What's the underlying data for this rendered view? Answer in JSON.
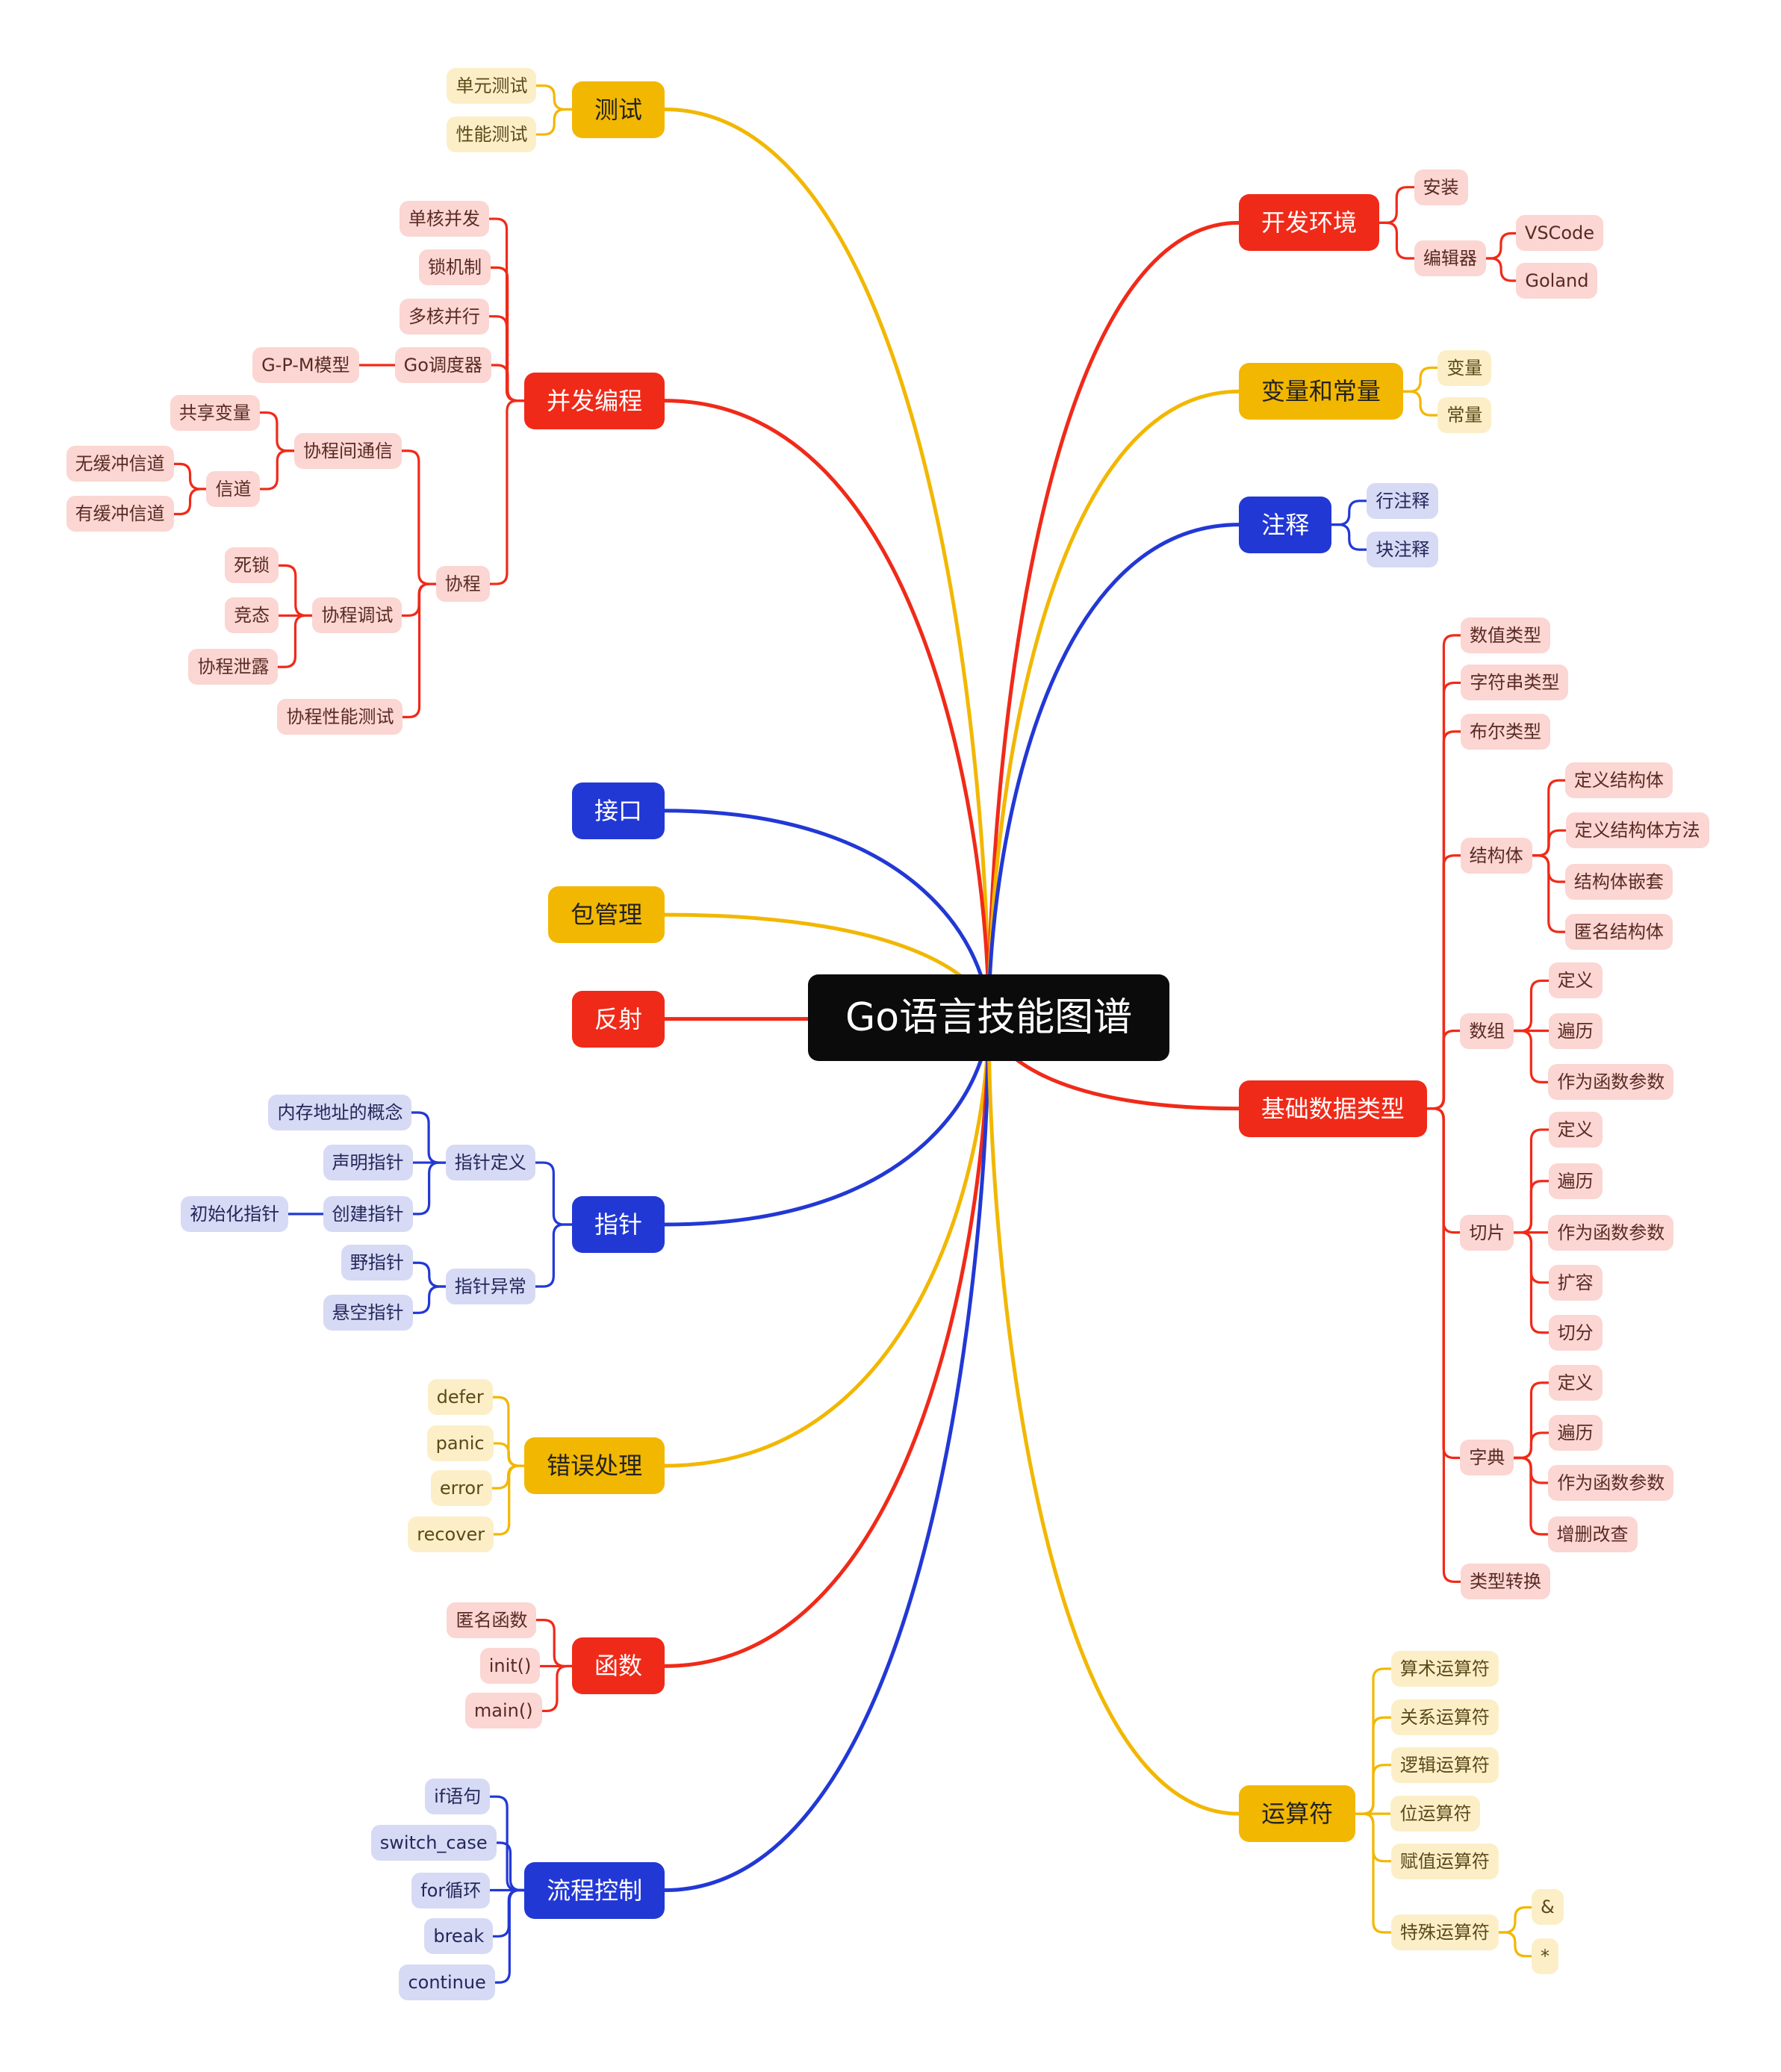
{
  "root": {
    "id": "root",
    "label": "Go语言技能图谱",
    "color": "#0b0b0b"
  },
  "colors": {
    "red": "#f02a19",
    "yellow": "#f2b701",
    "blue": "#2238d5",
    "red_light": "#fbd6d2",
    "yellow_light": "#fcefc7",
    "blue_light": "#d7daf5"
  },
  "nodes": [
    {
      "id": "t_test",
      "label": "测试",
      "kind": "main",
      "color": "yellow",
      "parent": "root"
    },
    {
      "id": "t_test_1",
      "label": "单元测试",
      "kind": "leaf",
      "color": "yellow",
      "parent": "t_test"
    },
    {
      "id": "t_test_2",
      "label": "性能测试",
      "kind": "leaf",
      "color": "yellow",
      "parent": "t_test"
    },
    {
      "id": "t_conc",
      "label": "并发编程",
      "kind": "main",
      "color": "red",
      "parent": "root"
    },
    {
      "id": "c1",
      "label": "单核并发",
      "kind": "leaf",
      "color": "red",
      "parent": "t_conc"
    },
    {
      "id": "c2",
      "label": "锁机制",
      "kind": "leaf",
      "color": "red",
      "parent": "t_conc"
    },
    {
      "id": "c3",
      "label": "多核并行",
      "kind": "leaf",
      "color": "red",
      "parent": "t_conc"
    },
    {
      "id": "c4",
      "label": "Go调度器",
      "kind": "leaf",
      "color": "red",
      "parent": "t_conc"
    },
    {
      "id": "c4a",
      "label": "G-P-M模型",
      "kind": "leaf",
      "color": "red",
      "parent": "c4"
    },
    {
      "id": "c5",
      "label": "协程",
      "kind": "leaf",
      "color": "red",
      "parent": "t_conc"
    },
    {
      "id": "c5a",
      "label": "协程间通信",
      "kind": "leaf",
      "color": "red",
      "parent": "c5"
    },
    {
      "id": "c5a1",
      "label": "共享变量",
      "kind": "leaf",
      "color": "red",
      "parent": "c5a"
    },
    {
      "id": "c5a2",
      "label": "信道",
      "kind": "leaf",
      "color": "red",
      "parent": "c5a"
    },
    {
      "id": "c5a2a",
      "label": "无缓冲信道",
      "kind": "leaf",
      "color": "red",
      "parent": "c5a2"
    },
    {
      "id": "c5a2b",
      "label": "有缓冲信道",
      "kind": "leaf",
      "color": "red",
      "parent": "c5a2"
    },
    {
      "id": "c5b",
      "label": "协程调试",
      "kind": "leaf",
      "color": "red",
      "parent": "c5"
    },
    {
      "id": "c5b1",
      "label": "死锁",
      "kind": "leaf",
      "color": "red",
      "parent": "c5b"
    },
    {
      "id": "c5b2",
      "label": "竞态",
      "kind": "leaf",
      "color": "red",
      "parent": "c5b"
    },
    {
      "id": "c5b3",
      "label": "协程泄露",
      "kind": "leaf",
      "color": "red",
      "parent": "c5b"
    },
    {
      "id": "c5c",
      "label": "协程性能测试",
      "kind": "leaf",
      "color": "red",
      "parent": "c5"
    },
    {
      "id": "t_iface",
      "label": "接口",
      "kind": "main",
      "color": "blue",
      "parent": "root"
    },
    {
      "id": "t_pkg",
      "label": "包管理",
      "kind": "main",
      "color": "yellow",
      "parent": "root"
    },
    {
      "id": "t_refl",
      "label": "反射",
      "kind": "main",
      "color": "red",
      "parent": "root"
    },
    {
      "id": "t_ptr",
      "label": "指针",
      "kind": "main",
      "color": "blue",
      "parent": "root"
    },
    {
      "id": "p1",
      "label": "指针定义",
      "kind": "leaf",
      "color": "blue",
      "parent": "t_ptr"
    },
    {
      "id": "p1a",
      "label": "内存地址的概念",
      "kind": "leaf",
      "color": "blue",
      "parent": "p1"
    },
    {
      "id": "p1b",
      "label": "声明指针",
      "kind": "leaf",
      "color": "blue",
      "parent": "p1"
    },
    {
      "id": "p1c",
      "label": "创建指针",
      "kind": "leaf",
      "color": "blue",
      "parent": "p1"
    },
    {
      "id": "p1c1",
      "label": "初始化指针",
      "kind": "leaf",
      "color": "blue",
      "parent": "p1c"
    },
    {
      "id": "p2",
      "label": "指针异常",
      "kind": "leaf",
      "color": "blue",
      "parent": "t_ptr"
    },
    {
      "id": "p2a",
      "label": "野指针",
      "kind": "leaf",
      "color": "blue",
      "parent": "p2"
    },
    {
      "id": "p2b",
      "label": "悬空指针",
      "kind": "leaf",
      "color": "blue",
      "parent": "p2"
    },
    {
      "id": "t_err",
      "label": "错误处理",
      "kind": "main",
      "color": "yellow",
      "parent": "root"
    },
    {
      "id": "e1",
      "label": "defer",
      "kind": "leaf",
      "color": "yellow",
      "parent": "t_err"
    },
    {
      "id": "e2",
      "label": "panic",
      "kind": "leaf",
      "color": "yellow",
      "parent": "t_err"
    },
    {
      "id": "e3",
      "label": "error",
      "kind": "leaf",
      "color": "yellow",
      "parent": "t_err"
    },
    {
      "id": "e4",
      "label": "recover",
      "kind": "leaf",
      "color": "yellow",
      "parent": "t_err"
    },
    {
      "id": "t_func",
      "label": "函数",
      "kind": "main",
      "color": "red",
      "parent": "root"
    },
    {
      "id": "f1",
      "label": "匿名函数",
      "kind": "leaf",
      "color": "red",
      "parent": "t_func"
    },
    {
      "id": "f2",
      "label": "init()",
      "kind": "leaf",
      "color": "red",
      "parent": "t_func"
    },
    {
      "id": "f3",
      "label": "main()",
      "kind": "leaf",
      "color": "red",
      "parent": "t_func"
    },
    {
      "id": "t_flow",
      "label": "流程控制",
      "kind": "main",
      "color": "blue",
      "parent": "root"
    },
    {
      "id": "fl1",
      "label": "if语句",
      "kind": "leaf",
      "color": "blue",
      "parent": "t_flow"
    },
    {
      "id": "fl2",
      "label": "switch_case",
      "kind": "leaf",
      "color": "blue",
      "parent": "t_flow"
    },
    {
      "id": "fl3",
      "label": "for循环",
      "kind": "leaf",
      "color": "blue",
      "parent": "t_flow"
    },
    {
      "id": "fl4",
      "label": "break",
      "kind": "leaf",
      "color": "blue",
      "parent": "t_flow"
    },
    {
      "id": "fl5",
      "label": "continue",
      "kind": "leaf",
      "color": "blue",
      "parent": "t_flow"
    },
    {
      "id": "t_env",
      "label": "开发环境",
      "kind": "main",
      "color": "red",
      "parent": "root"
    },
    {
      "id": "en1",
      "label": "安装",
      "kind": "leaf",
      "color": "red",
      "parent": "t_env"
    },
    {
      "id": "en2",
      "label": "编辑器",
      "kind": "leaf",
      "color": "red",
      "parent": "t_env"
    },
    {
      "id": "en2a",
      "label": "VSCode",
      "kind": "leaf",
      "color": "red",
      "parent": "en2"
    },
    {
      "id": "en2b",
      "label": "Goland",
      "kind": "leaf",
      "color": "red",
      "parent": "en2"
    },
    {
      "id": "t_var",
      "label": "变量和常量",
      "kind": "main",
      "color": "yellow",
      "parent": "root"
    },
    {
      "id": "v1",
      "label": "变量",
      "kind": "leaf",
      "color": "yellow",
      "parent": "t_var"
    },
    {
      "id": "v2",
      "label": "常量",
      "kind": "leaf",
      "color": "yellow",
      "parent": "t_var"
    },
    {
      "id": "t_cmt",
      "label": "注释",
      "kind": "main",
      "color": "blue",
      "parent": "root"
    },
    {
      "id": "cm1",
      "label": "行注释",
      "kind": "leaf",
      "color": "blue",
      "parent": "t_cmt"
    },
    {
      "id": "cm2",
      "label": "块注释",
      "kind": "leaf",
      "color": "blue",
      "parent": "t_cmt"
    },
    {
      "id": "t_type",
      "label": "基础数据类型",
      "kind": "main",
      "color": "red",
      "parent": "root"
    },
    {
      "id": "ty1",
      "label": "数值类型",
      "kind": "leaf",
      "color": "red",
      "parent": "t_type"
    },
    {
      "id": "ty2",
      "label": "字符串类型",
      "kind": "leaf",
      "color": "red",
      "parent": "t_type"
    },
    {
      "id": "ty3",
      "label": "布尔类型",
      "kind": "leaf",
      "color": "red",
      "parent": "t_type"
    },
    {
      "id": "ty4",
      "label": "结构体",
      "kind": "leaf",
      "color": "red",
      "parent": "t_type"
    },
    {
      "id": "ty4a",
      "label": "定义结构体",
      "kind": "leaf",
      "color": "red",
      "parent": "ty4"
    },
    {
      "id": "ty4b",
      "label": "定义结构体方法",
      "kind": "leaf",
      "color": "red",
      "parent": "ty4"
    },
    {
      "id": "ty4c",
      "label": "结构体嵌套",
      "kind": "leaf",
      "color": "red",
      "parent": "ty4"
    },
    {
      "id": "ty4d",
      "label": "匿名结构体",
      "kind": "leaf",
      "color": "red",
      "parent": "ty4"
    },
    {
      "id": "ty5",
      "label": "数组",
      "kind": "leaf",
      "color": "red",
      "parent": "t_type"
    },
    {
      "id": "ty5a",
      "label": "定义",
      "kind": "leaf",
      "color": "red",
      "parent": "ty5"
    },
    {
      "id": "ty5b",
      "label": "遍历",
      "kind": "leaf",
      "color": "red",
      "parent": "ty5"
    },
    {
      "id": "ty5c",
      "label": "作为函数参数",
      "kind": "leaf",
      "color": "red",
      "parent": "ty5"
    },
    {
      "id": "ty6",
      "label": "切片",
      "kind": "leaf",
      "color": "red",
      "parent": "t_type"
    },
    {
      "id": "ty6a",
      "label": "定义",
      "kind": "leaf",
      "color": "red",
      "parent": "ty6"
    },
    {
      "id": "ty6b",
      "label": "遍历",
      "kind": "leaf",
      "color": "red",
      "parent": "ty6"
    },
    {
      "id": "ty6c",
      "label": "作为函数参数",
      "kind": "leaf",
      "color": "red",
      "parent": "ty6"
    },
    {
      "id": "ty6d",
      "label": "扩容",
      "kind": "leaf",
      "color": "red",
      "parent": "ty6"
    },
    {
      "id": "ty6e",
      "label": "切分",
      "kind": "leaf",
      "color": "red",
      "parent": "ty6"
    },
    {
      "id": "ty7",
      "label": "字典",
      "kind": "leaf",
      "color": "red",
      "parent": "t_type"
    },
    {
      "id": "ty7a",
      "label": "定义",
      "kind": "leaf",
      "color": "red",
      "parent": "ty7"
    },
    {
      "id": "ty7b",
      "label": "遍历",
      "kind": "leaf",
      "color": "red",
      "parent": "ty7"
    },
    {
      "id": "ty7c",
      "label": "作为函数参数",
      "kind": "leaf",
      "color": "red",
      "parent": "ty7"
    },
    {
      "id": "ty7d",
      "label": "增删改查",
      "kind": "leaf",
      "color": "red",
      "parent": "ty7"
    },
    {
      "id": "ty8",
      "label": "类型转换",
      "kind": "leaf",
      "color": "red",
      "parent": "t_type"
    },
    {
      "id": "t_op",
      "label": "运算符",
      "kind": "main",
      "color": "yellow",
      "parent": "root"
    },
    {
      "id": "o1",
      "label": "算术运算符",
      "kind": "leaf",
      "color": "yellow",
      "parent": "t_op"
    },
    {
      "id": "o2",
      "label": "关系运算符",
      "kind": "leaf",
      "color": "yellow",
      "parent": "t_op"
    },
    {
      "id": "o3",
      "label": "逻辑运算符",
      "kind": "leaf",
      "color": "yellow",
      "parent": "t_op"
    },
    {
      "id": "o4",
      "label": "位运算符",
      "kind": "leaf",
      "color": "yellow",
      "parent": "t_op"
    },
    {
      "id": "o5",
      "label": "赋值运算符",
      "kind": "leaf",
      "color": "yellow",
      "parent": "t_op"
    },
    {
      "id": "o6",
      "label": "特殊运算符",
      "kind": "leaf",
      "color": "yellow",
      "parent": "t_op"
    },
    {
      "id": "o6a",
      "label": "&",
      "kind": "leaf",
      "color": "yellow",
      "parent": "o6"
    },
    {
      "id": "o6b",
      "label": "*",
      "kind": "leaf",
      "color": "yellow",
      "parent": "o6"
    }
  ]
}
